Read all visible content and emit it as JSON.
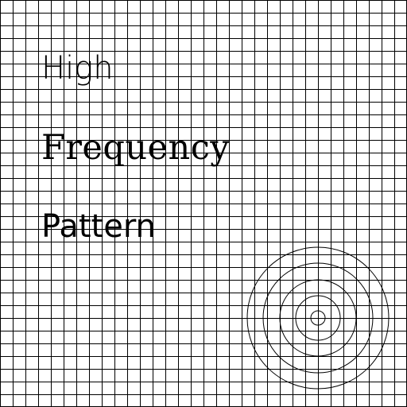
{
  "words": [
    {
      "text": "High"
    },
    {
      "text": "Frequency"
    },
    {
      "text": "Pattern"
    }
  ],
  "colors": {
    "background": "#ffffff",
    "grid_line": "#000000",
    "text": "#000000",
    "ring": "#000000"
  },
  "rings": {
    "count": 5
  }
}
